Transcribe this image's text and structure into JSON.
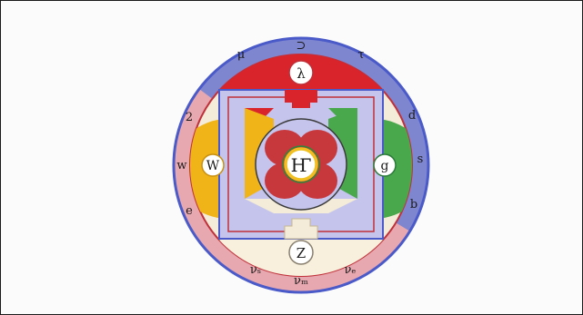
{
  "colors": {
    "outer_ring_blue": "#7f86d0",
    "outer_ring_pink": "#e8a8b0",
    "ring_stroke": "#4a5ac8",
    "cream": "#f4ecd8",
    "red": "#d8242a",
    "pink_band": "#e8a4ab",
    "lavender": "#c4c4ec",
    "yellow": "#f0b418",
    "green": "#4aa84c",
    "petal_red": "#c7383d",
    "center_ring_yellow": "#f0c020"
  },
  "rim_glyphs": {
    "top": [
      "μ",
      "⊃",
      "τ"
    ],
    "right": [
      "d",
      "s",
      "b"
    ],
    "left": [
      "2",
      "w",
      "e"
    ],
    "bottom": [
      "νₛ",
      "νₘ",
      "νₑ"
    ]
  },
  "gates": {
    "top": "λ",
    "right": "g",
    "bottom": "Z",
    "left": "W"
  },
  "center": "Ҥ"
}
